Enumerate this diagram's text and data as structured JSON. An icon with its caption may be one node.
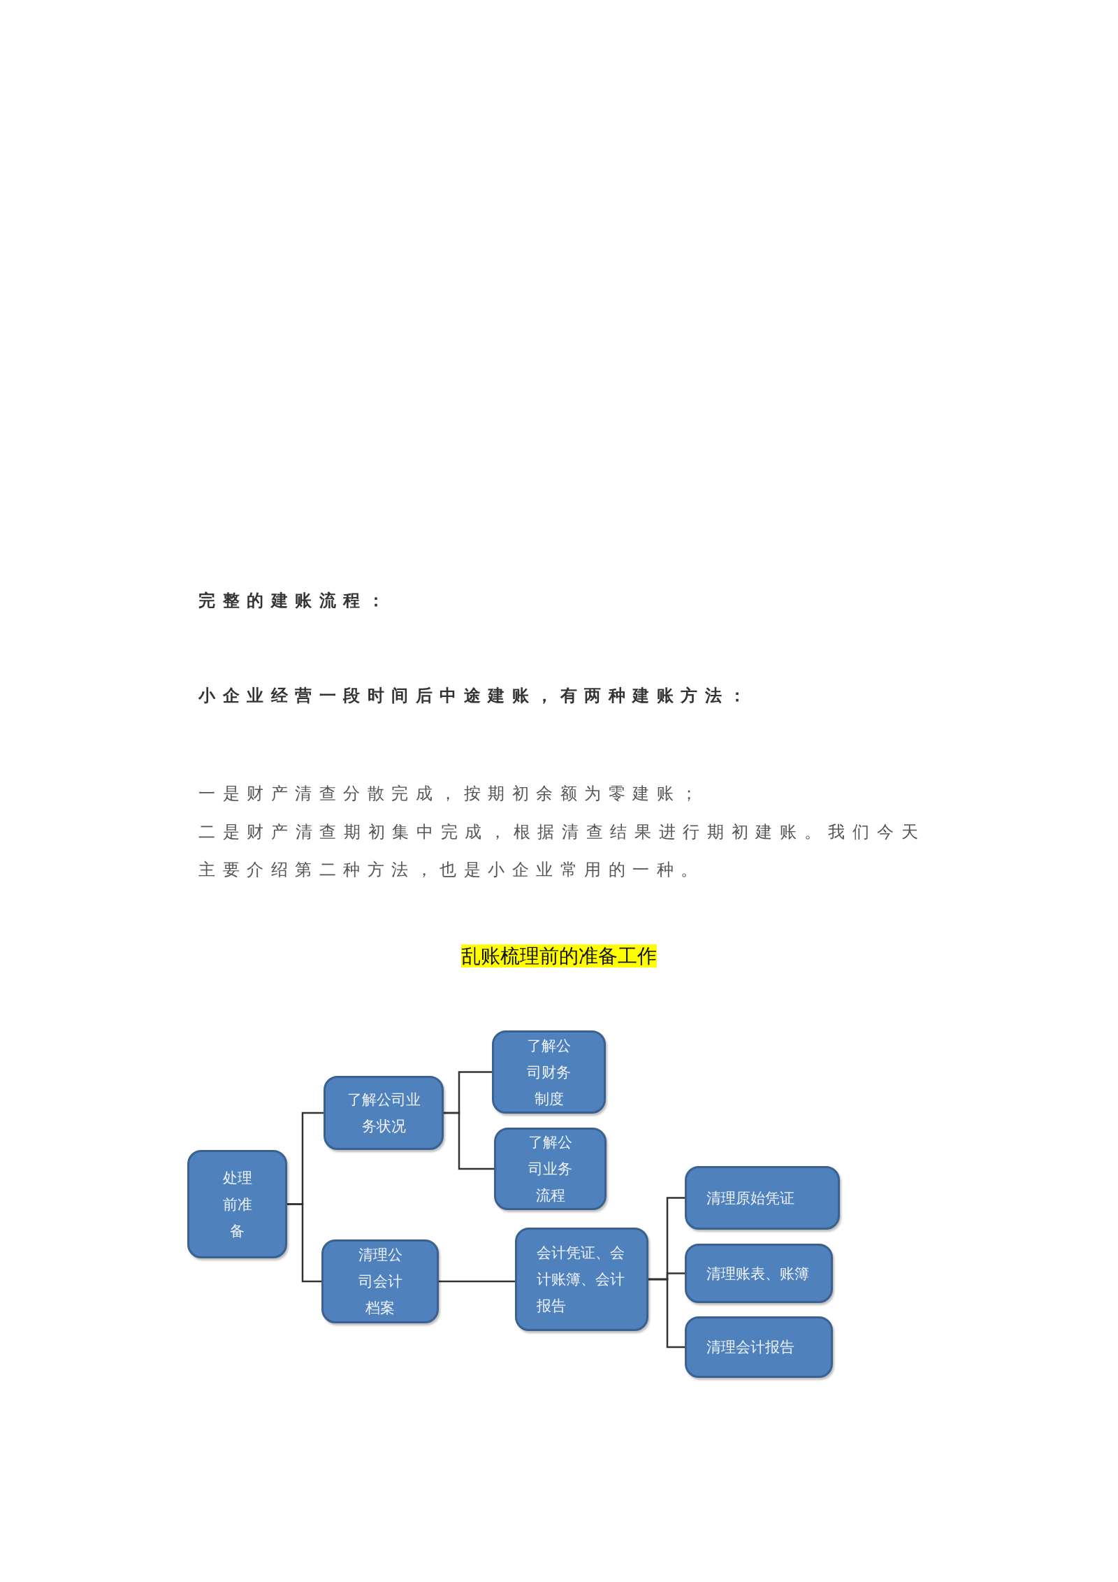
{
  "diagram": {
    "title": "乱账梳理前的准备工作",
    "nodes": [
      {
        "text": [
          "处理前准备"
        ]
      },
      {
        "text": [
          "了解公司业务状况"
        ]
      },
      {
        "text": [
          "了解公司财务制度"
        ]
      },
      {
        "text": [
          "了解公司业务流程"
        ]
      },
      {
        "text": [
          "清理公司会计档案"
        ]
      },
      {
        "text": [
          "会计凭证、会计账簿、会计报告"
        ]
      },
      {
        "text": [
          "清理原始凭证"
        ]
      },
      {
        "text": [
          "清理账表、账簿"
        ]
      },
      {
        "text": [
          "清理会计报告"
        ]
      }
    ],
    "edges": [
      {
        "from": 0,
        "to": 1,
        "arrow": "none"
      },
      {
        "from": 0,
        "to": 4,
        "arrow": "none"
      },
      {
        "from": 1,
        "to": 2,
        "arrow": "none"
      },
      {
        "from": 1,
        "to": 3,
        "arrow": "none"
      },
      {
        "from": 4,
        "to": 5,
        "arrow": "none"
      },
      {
        "from": 5,
        "to": 6,
        "arrow": "none"
      },
      {
        "from": 5,
        "to": 7,
        "arrow": "none"
      },
      {
        "from": 5,
        "to": 8,
        "arrow": "none"
      }
    ],
    "labels": [
      "完整的建账流程：",
      "小企业经营一段时间后中途建账，有两种建账方法：",
      "一是财产清查分散完成，按期初余额为零建账；",
      "二是财产清查期初集中完成，根据清查结果进行期初建账。我们今天主要介绍第二种方法，也是小企业常用的一种。"
    ]
  }
}
